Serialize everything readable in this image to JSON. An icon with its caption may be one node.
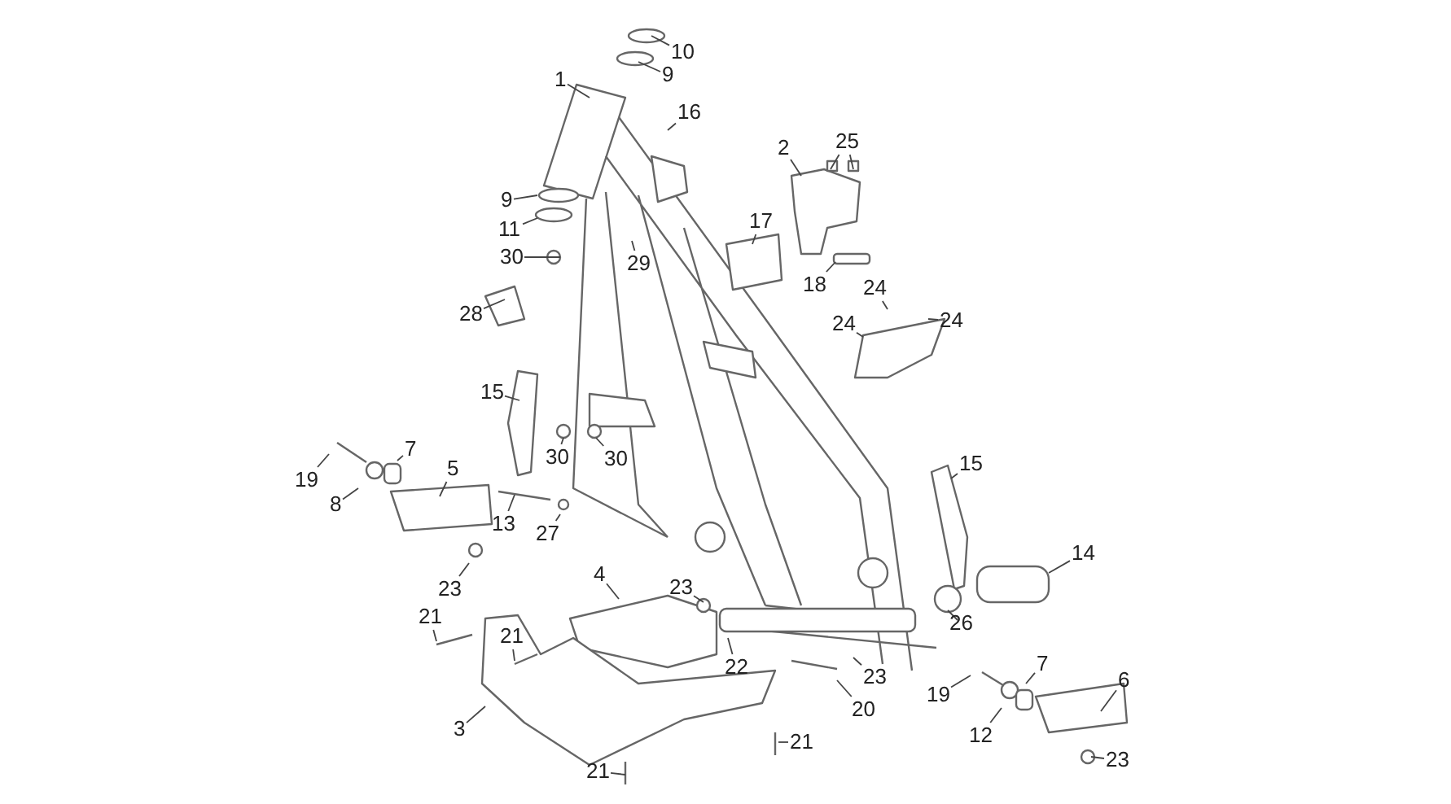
{
  "diagram": {
    "nodes": [
      {
        "text": [
          "10"
        ]
      },
      {
        "text": [
          "9"
        ]
      },
      {
        "text": [
          "1"
        ]
      },
      {
        "text": [
          "16"
        ]
      },
      {
        "text": [
          "2"
        ]
      },
      {
        "text": [
          "25"
        ]
      },
      {
        "text": [
          "9"
        ]
      },
      {
        "text": [
          "11"
        ]
      },
      {
        "text": [
          "17"
        ]
      },
      {
        "text": [
          "30"
        ]
      },
      {
        "text": [
          "29"
        ]
      },
      {
        "text": [
          "18"
        ]
      },
      {
        "text": [
          "24"
        ]
      },
      {
        "text": [
          "24"
        ]
      },
      {
        "text": [
          "24"
        ]
      },
      {
        "text": [
          "28"
        ]
      },
      {
        "text": [
          "15"
        ]
      },
      {
        "text": [
          "30"
        ]
      },
      {
        "text": [
          "30"
        ]
      },
      {
        "text": [
          "15"
        ]
      },
      {
        "text": [
          "19"
        ]
      },
      {
        "text": [
          "7"
        ]
      },
      {
        "text": [
          "5"
        ]
      },
      {
        "text": [
          "8"
        ]
      },
      {
        "text": [
          "13"
        ]
      },
      {
        "text": [
          "27"
        ]
      },
      {
        "text": [
          "14"
        ]
      },
      {
        "text": [
          "4"
        ]
      },
      {
        "text": [
          "23"
        ]
      },
      {
        "text": [
          "23"
        ]
      },
      {
        "text": [
          "21"
        ]
      },
      {
        "text": [
          "21"
        ]
      },
      {
        "text": [
          "26"
        ]
      },
      {
        "text": [
          "22"
        ]
      },
      {
        "text": [
          "23"
        ]
      },
      {
        "text": [
          "20"
        ]
      },
      {
        "text": [
          "19"
        ]
      },
      {
        "text": [
          "7"
        ]
      },
      {
        "text": [
          "6"
        ]
      },
      {
        "text": [
          "12"
        ]
      },
      {
        "text": [
          "3"
        ]
      },
      {
        "text": [
          "23"
        ]
      },
      {
        "text": [
          "21"
        ]
      },
      {
        "text": [
          "21"
        ]
      }
    ],
    "edges": [
      {
        "from": 0,
        "to": null,
        "arrow": "none"
      },
      {
        "from": 1,
        "to": null,
        "arrow": "none"
      },
      {
        "from": 2,
        "to": null,
        "arrow": "none"
      },
      {
        "from": 3,
        "to": null,
        "arrow": "none"
      },
      {
        "from": 4,
        "to": null,
        "arrow": "none"
      },
      {
        "from": 5,
        "to": null,
        "arrow": "none"
      },
      {
        "from": 5,
        "to": null,
        "arrow": "none"
      },
      {
        "from": 6,
        "to": null,
        "arrow": "none"
      },
      {
        "from": 7,
        "to": null,
        "arrow": "none"
      },
      {
        "from": 8,
        "to": null,
        "arrow": "none"
      },
      {
        "from": 9,
        "to": null,
        "arrow": "none"
      },
      {
        "from": 10,
        "to": null,
        "arrow": "none"
      },
      {
        "from": 11,
        "to": null,
        "arrow": "none"
      },
      {
        "from": 12,
        "to": null,
        "arrow": "none"
      },
      {
        "from": 13,
        "to": null,
        "arrow": "none"
      },
      {
        "from": 14,
        "to": null,
        "arrow": "none"
      },
      {
        "from": 15,
        "to": null,
        "arrow": "none"
      },
      {
        "from": 16,
        "to": null,
        "arrow": "none"
      },
      {
        "from": 17,
        "to": null,
        "arrow": "none"
      },
      {
        "from": 18,
        "to": null,
        "arrow": "none"
      },
      {
        "from": 19,
        "to": null,
        "arrow": "none"
      },
      {
        "from": 20,
        "to": null,
        "arrow": "none"
      },
      {
        "from": 21,
        "to": null,
        "arrow": "none"
      },
      {
        "from": 22,
        "to": null,
        "arrow": "none"
      },
      {
        "from": 23,
        "to": null,
        "arrow": "none"
      },
      {
        "from": 24,
        "to": null,
        "arrow": "none"
      },
      {
        "from": 25,
        "to": null,
        "arrow": "none"
      },
      {
        "from": 26,
        "to": null,
        "arrow": "none"
      },
      {
        "from": 27,
        "to": null,
        "arrow": "none"
      },
      {
        "from": 28,
        "to": null,
        "arrow": "none"
      },
      {
        "from": 29,
        "to": null,
        "arrow": "none"
      },
      {
        "from": 30,
        "to": null,
        "arrow": "none"
      },
      {
        "from": 31,
        "to": null,
        "arrow": "none"
      },
      {
        "from": 32,
        "to": null,
        "arrow": "none"
      },
      {
        "from": 33,
        "to": null,
        "arrow": "none"
      },
      {
        "from": 34,
        "to": null,
        "arrow": "none"
      },
      {
        "from": 35,
        "to": null,
        "arrow": "none"
      },
      {
        "from": 36,
        "to": null,
        "arrow": "none"
      },
      {
        "from": 37,
        "to": null,
        "arrow": "none"
      },
      {
        "from": 38,
        "to": null,
        "arrow": "none"
      },
      {
        "from": 39,
        "to": null,
        "arrow": "none"
      },
      {
        "from": 40,
        "to": null,
        "arrow": "none"
      },
      {
        "from": 41,
        "to": null,
        "arrow": "none"
      },
      {
        "from": 42,
        "to": null,
        "arrow": "none"
      },
      {
        "from": 43,
        "to": null,
        "arrow": "none"
      }
    ]
  }
}
